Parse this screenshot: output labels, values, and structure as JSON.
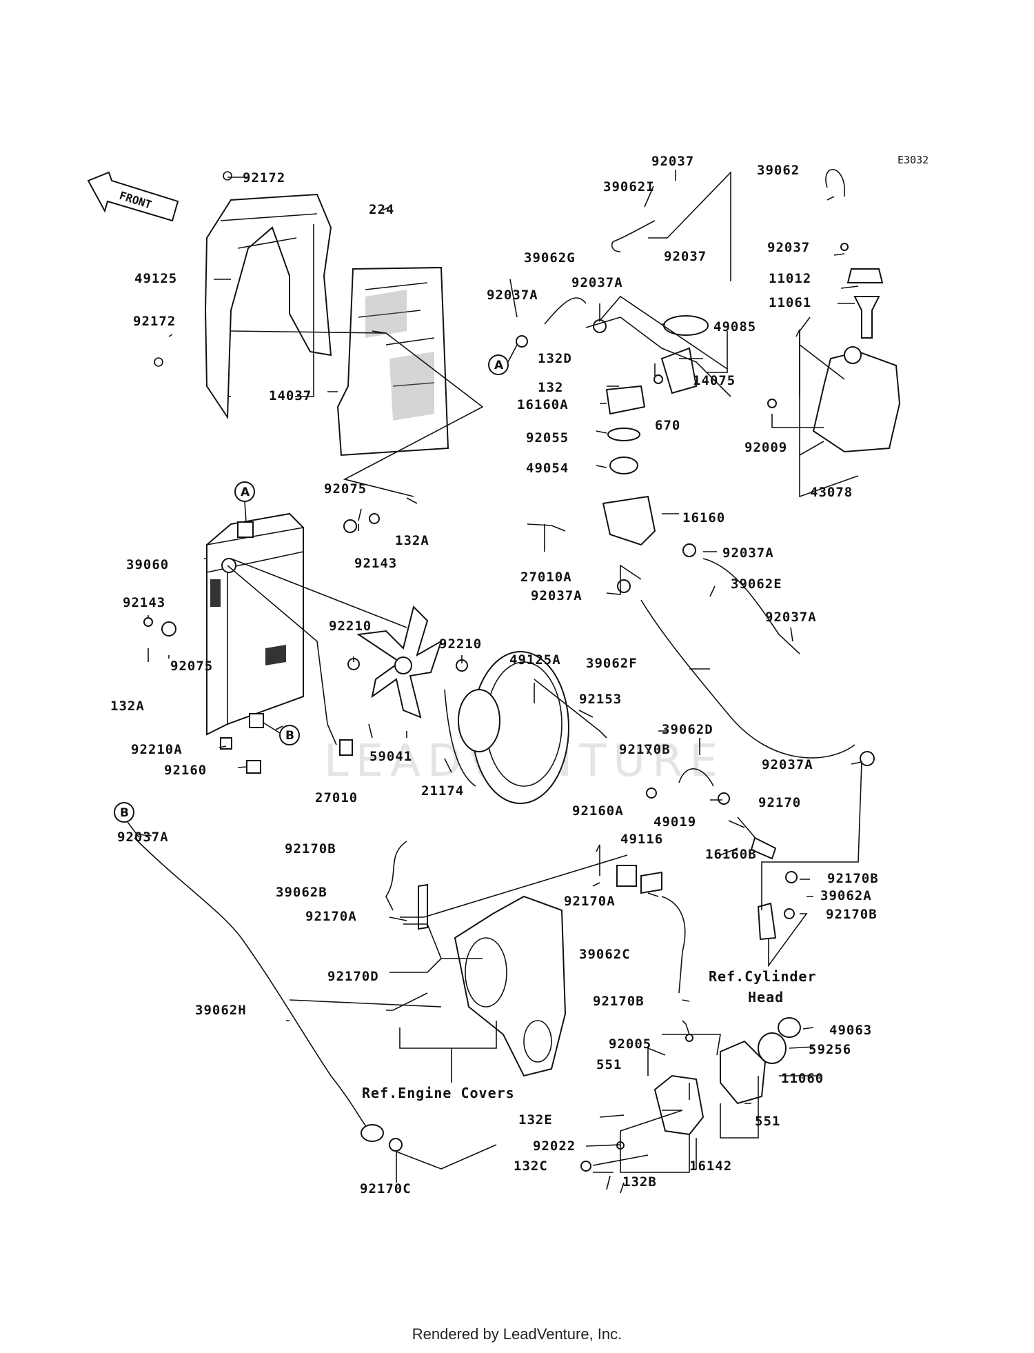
{
  "diagram_code": "E3032",
  "front_label": "FRONT",
  "watermark": "LEADVENTURE",
  "callouts": {
    "a": "A",
    "b": "B"
  },
  "notes": {
    "cylinder_head": [
      "Ref.Cylinder",
      "Head"
    ],
    "engine_covers": "Ref.Engine Covers"
  },
  "parts": [
    "92172",
    "224",
    "49125",
    "92172",
    "14037",
    "39060",
    "92075",
    "132A",
    "92143",
    "92143",
    "92075",
    "132A",
    "92210",
    "92210",
    "49125A",
    "92153",
    "92210A",
    "92160",
    "27010",
    "59041",
    "21174",
    "39062I",
    "92037",
    "92037",
    "39062G",
    "92037A",
    "92037A",
    "132D",
    "132",
    "16160A",
    "670",
    "92055",
    "49054",
    "49085",
    "14075",
    "16160",
    "27010A",
    "92037A",
    "92037A",
    "39062E",
    "92037A",
    "39062F",
    "39062D",
    "92170B",
    "92170",
    "92037A",
    "49019",
    "16160B",
    "92160A",
    "49116",
    "92170A",
    "39062",
    "92037",
    "11012",
    "11061",
    "92009",
    "43078",
    "92037A",
    "92170B",
    "39062B",
    "92170A",
    "92170D",
    "39062H",
    "39062C",
    "92170B",
    "92005",
    "551",
    "132E",
    "92022",
    "132C",
    "132B",
    "16142",
    "551",
    "11060",
    "49063",
    "59256",
    "92170B",
    "39062A",
    "92170B",
    "92170C"
  ],
  "footer": "Rendered by LeadVenture, Inc."
}
